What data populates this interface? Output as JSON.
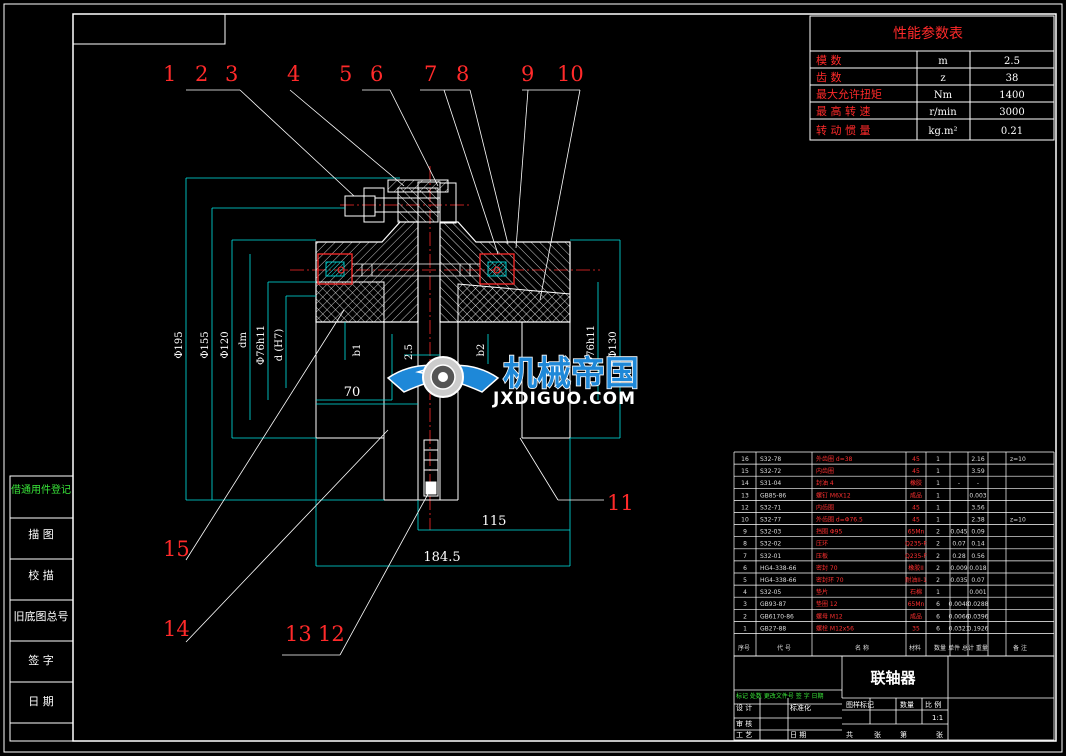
{
  "colors": {
    "background": "#000000",
    "frame": "#ffffff",
    "outline": "#ffffff",
    "dimension": "#00e5e5",
    "label": "#ff2a2a",
    "hatch": "#ffffff",
    "center_line": "#ff2a2a",
    "seal": "#ff2a2a",
    "seal_fill": "#00c8c8",
    "bolt": "#ffffff",
    "bom_green": "#39e639",
    "watermark_blue": "#1e88d8"
  },
  "part_callouts": [
    "1",
    "2",
    "3",
    "4",
    "5",
    "6",
    "7",
    "8",
    "9",
    "10",
    "11",
    "12",
    "13",
    "14",
    "15"
  ],
  "dimensions": {
    "d195": "Φ195",
    "d155": "Φ155",
    "d120": "Φ120",
    "dm": "dm",
    "d76h11": "Φ76h11",
    "dH7": "d (H7)",
    "b1": "b1",
    "b2": "b2",
    "gap": "2.5",
    "d76right": "Φ76h11",
    "d130": "Φ130",
    "len70": "70",
    "len115": "115",
    "len184": "184.5"
  },
  "performance_table": {
    "title": "性能参数表",
    "rows": [
      {
        "name": "模    数",
        "symbol": "m",
        "value": "2.5"
      },
      {
        "name": "齿    数",
        "symbol": "z",
        "value": "38"
      },
      {
        "name": "最大允许扭矩",
        "symbol": "Nm",
        "value": "1400"
      },
      {
        "name": "最 高 转 速",
        "symbol": "r/min",
        "value": "3000"
      },
      {
        "name": "转 动 惯 量",
        "symbol": "kg.m²",
        "value": "0.21"
      }
    ]
  },
  "left_panel": {
    "items": [
      "借通用件登记",
      "描    图",
      "校    描",
      "旧底图总号",
      "签    字",
      "日    期"
    ]
  },
  "bom": {
    "rows": [
      {
        "no": "16",
        "code": "S32-78",
        "name": "外齿圈  d=38",
        "mat": "45",
        "qty": "1",
        "w1": "",
        "w2": "2.16",
        "note": "z=10"
      },
      {
        "no": "15",
        "code": "S32-72",
        "name": "内齿圈",
        "mat": "45",
        "qty": "1",
        "w1": "",
        "w2": "3.59",
        "note": ""
      },
      {
        "no": "14",
        "code": "S31-04",
        "name": "封油  4",
        "mat": "橡胶",
        "qty": "1",
        "w1": "-",
        "w2": "-",
        "note": ""
      },
      {
        "no": "13",
        "code": "GB85-86",
        "name": "螺钉  M6X12",
        "mat": "成品",
        "qty": "1",
        "w1": "",
        "w2": "0.003",
        "note": ""
      },
      {
        "no": "12",
        "code": "S32-71",
        "name": "内齿圈",
        "mat": "45",
        "qty": "1",
        "w1": "",
        "w2": "3.56",
        "note": ""
      },
      {
        "no": "10",
        "code": "S32-77",
        "name": "外齿圈  d=Φ76.5",
        "mat": "45",
        "qty": "1",
        "w1": "",
        "w2": "2.38",
        "note": "z=10"
      },
      {
        "no": "9",
        "code": "S32-03",
        "name": "挡圈  Φ95",
        "mat": "65Mn",
        "qty": "2",
        "w1": "0.045",
        "w2": "0.09",
        "note": ""
      },
      {
        "no": "8",
        "code": "S32-02",
        "name": "压环",
        "mat": "Q235-F",
        "qty": "2",
        "w1": "0.07",
        "w2": "0.14",
        "note": ""
      },
      {
        "no": "7",
        "code": "S32-01",
        "name": "压板",
        "mat": "Q235-F",
        "qty": "2",
        "w1": "0.28",
        "w2": "0.56",
        "note": ""
      },
      {
        "no": "6",
        "code": "HG4-338-66",
        "name": "密封  70",
        "mat": "橡胶II",
        "qty": "2",
        "w1": "0.009",
        "w2": "0.018",
        "note": ""
      },
      {
        "no": "5",
        "code": "HG4-338-66",
        "name": "密封环  70",
        "mat": "耐油II-1",
        "qty": "2",
        "w1": "0.035",
        "w2": "0.07",
        "note": ""
      },
      {
        "no": "4",
        "code": "S32-05",
        "name": "垫片",
        "mat": "石棉",
        "qty": "1",
        "w1": "",
        "w2": "0.001",
        "note": ""
      },
      {
        "no": "3",
        "code": "GB93-87",
        "name": "垫圈  12",
        "mat": "65Mn",
        "qty": "6",
        "w1": "0.0048",
        "w2": "0.0288",
        "note": ""
      },
      {
        "no": "2",
        "code": "GB6170-86",
        "name": "螺母  M12",
        "mat": "成品",
        "qty": "6",
        "w1": "0.0066",
        "w2": "0.0396",
        "note": ""
      },
      {
        "no": "1",
        "code": "GB27-88",
        "name": "螺栓  M12x56",
        "mat": "35",
        "qty": "6",
        "w1": "0.0321",
        "w2": "0.1926",
        "note": ""
      }
    ],
    "header": {
      "no": "序号",
      "code": "代  号",
      "name": "名  称",
      "mat": "材料",
      "qty": "数量",
      "weight": "单件  总计  重量",
      "note": "备  注"
    }
  },
  "title_block": {
    "drawing_name": "联轴器",
    "scale": "1:1",
    "headers": [
      "图样标记",
      "数量",
      "比 例"
    ],
    "rev_row": "标记 处数 更改文件号 签 字 日期",
    "designer_label": "设 计",
    "standard_label": "标准化",
    "review_label": "审 核",
    "craft_label": "工 艺",
    "date_label": "日 期",
    "total_label": "共",
    "page_label": "张",
    "sheet_label": "第",
    "sheet_label2": "张"
  },
  "watermark": {
    "text": "机械帝国",
    "url": "JXDIGUO.COM"
  }
}
